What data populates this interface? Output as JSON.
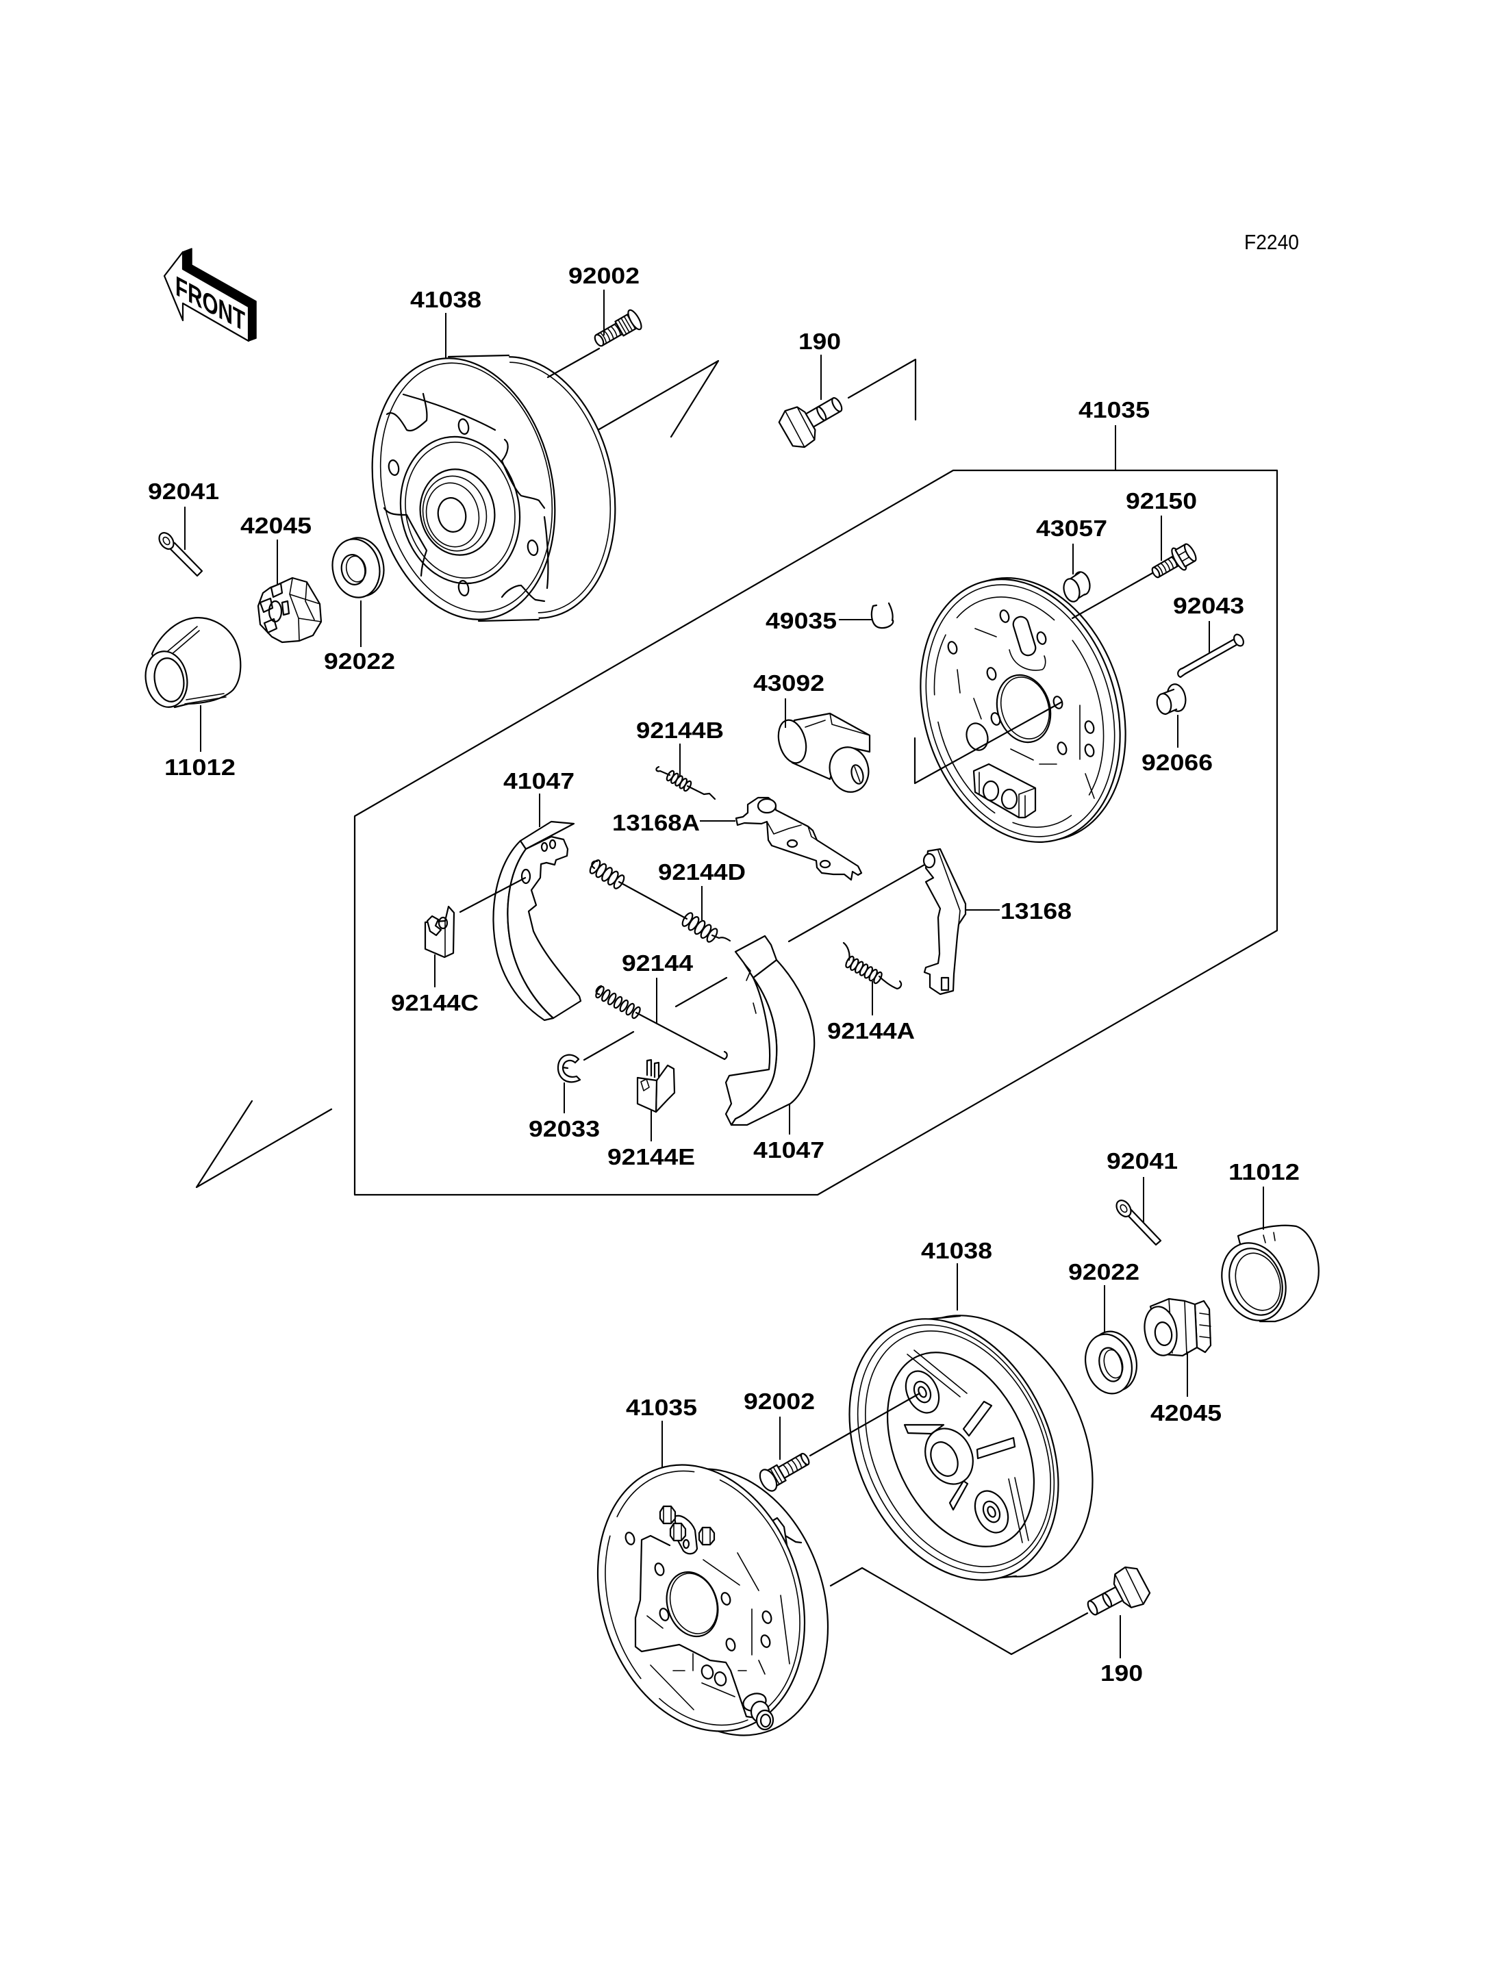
{
  "figure_code": "F2240",
  "front_arrow": {
    "text": "FRONT",
    "icon": "front-direction-arrow"
  },
  "callouts": {
    "upper_hub": [
      {
        "label": "41038"
      },
      {
        "label": "92002"
      },
      {
        "label": "190"
      },
      {
        "label": "92041"
      },
      {
        "label": "42045"
      },
      {
        "label": "92022"
      },
      {
        "label": "11012"
      }
    ],
    "panel_assembly": {
      "label": "41035",
      "items": [
        {
          "label": "92150"
        },
        {
          "label": "43057"
        },
        {
          "label": "92043"
        },
        {
          "label": "49035"
        },
        {
          "label": "43092"
        },
        {
          "label": "92066"
        },
        {
          "label": "92144B"
        },
        {
          "label": "41047"
        },
        {
          "label": "13168A"
        },
        {
          "label": "92144D"
        },
        {
          "label": "13168"
        },
        {
          "label": "92144"
        },
        {
          "label": "92144C"
        },
        {
          "label": "92144A"
        },
        {
          "label": "92033"
        },
        {
          "label": "92144E"
        },
        {
          "label": "41047"
        }
      ]
    },
    "lower_hub": [
      {
        "label": "92041"
      },
      {
        "label": "11012"
      },
      {
        "label": "41038"
      },
      {
        "label": "92022"
      },
      {
        "label": "42045"
      },
      {
        "label": "41035"
      },
      {
        "label": "92002"
      },
      {
        "label": "190"
      }
    ]
  }
}
